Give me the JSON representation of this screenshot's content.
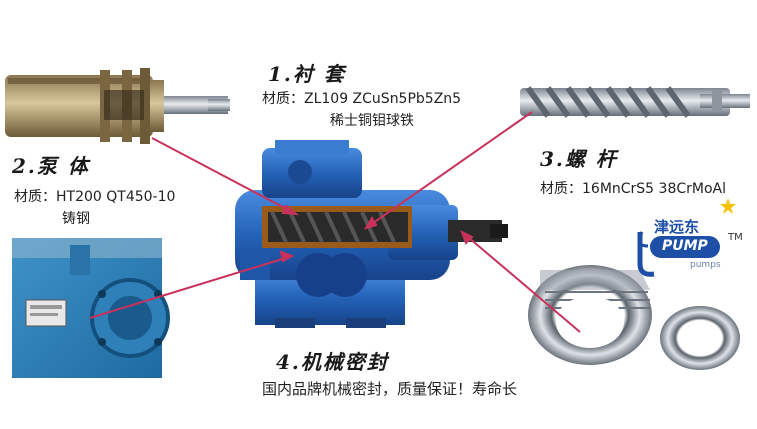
{
  "callouts": {
    "sleeve": {
      "title": "1.衬 套",
      "material_line1": "材质：ZL109 ZCuSn5Pb5Zn5",
      "material_line2": "稀士铜钼球铁"
    },
    "pump_body": {
      "title": "2.泵 体",
      "material_line1": "材质：HT200 QT450-10",
      "material_line2": "铸钢"
    },
    "screw": {
      "title": "3.螺 杆",
      "material_line1": "材质：16MnCrS5 38CrMoAl"
    },
    "seal": {
      "title": "4.机械密封",
      "material_line1": "国内品牌机械密封，质量保证！寿命长"
    }
  },
  "logo": {
    "text_cn": "津远东",
    "text_en": "PUMP",
    "subtext": "pumps",
    "trademark": "TM"
  },
  "colors": {
    "leader_line": "#c8325a",
    "pump_blue": "#2b6fc4",
    "logo_blue": "#1d4fa6"
  }
}
